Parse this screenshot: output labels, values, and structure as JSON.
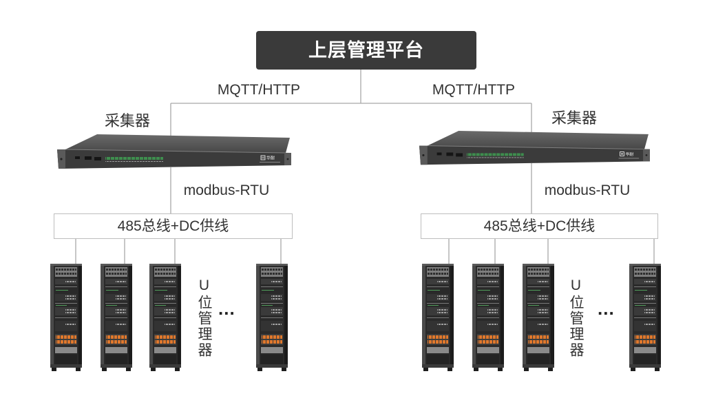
{
  "platform": {
    "label": "上层管理平台"
  },
  "left_branch": {
    "uplink_protocol": "MQTT/HTTP",
    "collector_label": "采集器",
    "collector_logo": "华耐",
    "downlink_protocol": "modbus-RTU",
    "bus_label": "485总线+DC供线",
    "rack_manager_label": "U位管理器",
    "more_racks": "..."
  },
  "right_branch": {
    "uplink_protocol": "MQTT/HTTP",
    "collector_label": "采集器",
    "collector_logo": "华耐",
    "downlink_protocol": "modbus-RTU",
    "bus_label": "485总线+DC供线",
    "rack_manager_label": "U位管理器",
    "more_racks": "..."
  },
  "colors": {
    "platform_fill": "#3a3a3a",
    "platform_text": "#ffffff",
    "connector_line": "#a8a8a8",
    "label_text": "#333333",
    "bus_box_border": "#bdbdbd",
    "terminal_green": "#3e8e4e",
    "pdu_orange": "#e0782c"
  }
}
